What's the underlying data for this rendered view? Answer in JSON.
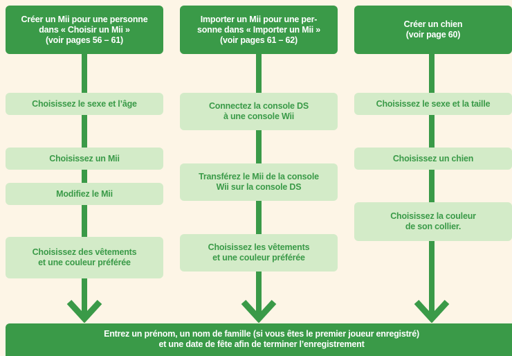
{
  "colors": {
    "background": "#fdf5e6",
    "dark_green": "#3a9a48",
    "light_green": "#d3ebc8"
  },
  "columns": [
    {
      "header": "Créer un Mii pour une personne\ndans « Choisir un Mii »\n(voir pages 56 – 61)",
      "steps": [
        "Choisissez le sexe et l’âge",
        "Choisissez un Mii",
        "Modifiez le Mii",
        "Choisissez des vêtements\net une couleur préférée"
      ]
    },
    {
      "header": "Importer un Mii pour une per-\nsonne dans « Importer un Mii »\n(voir pages 61 – 62)",
      "steps": [
        "Connectez la console DS\nà une console Wii",
        "Transférez le Mii de la console\nWii sur la console DS",
        "Choisissez les vêtements\net une couleur préférée"
      ]
    },
    {
      "header": "Créer un chien\n(voir page 60)",
      "steps": [
        "Choisissez le sexe et la taille",
        "Choisissez un chien",
        "Choisissez la couleur\nde son collier."
      ]
    }
  ],
  "final_step": "Entrez un prénom, un nom de famille (si vous êtes le premier joueur enregistré)\net une date de fête afin de terminer l’enregistrement"
}
